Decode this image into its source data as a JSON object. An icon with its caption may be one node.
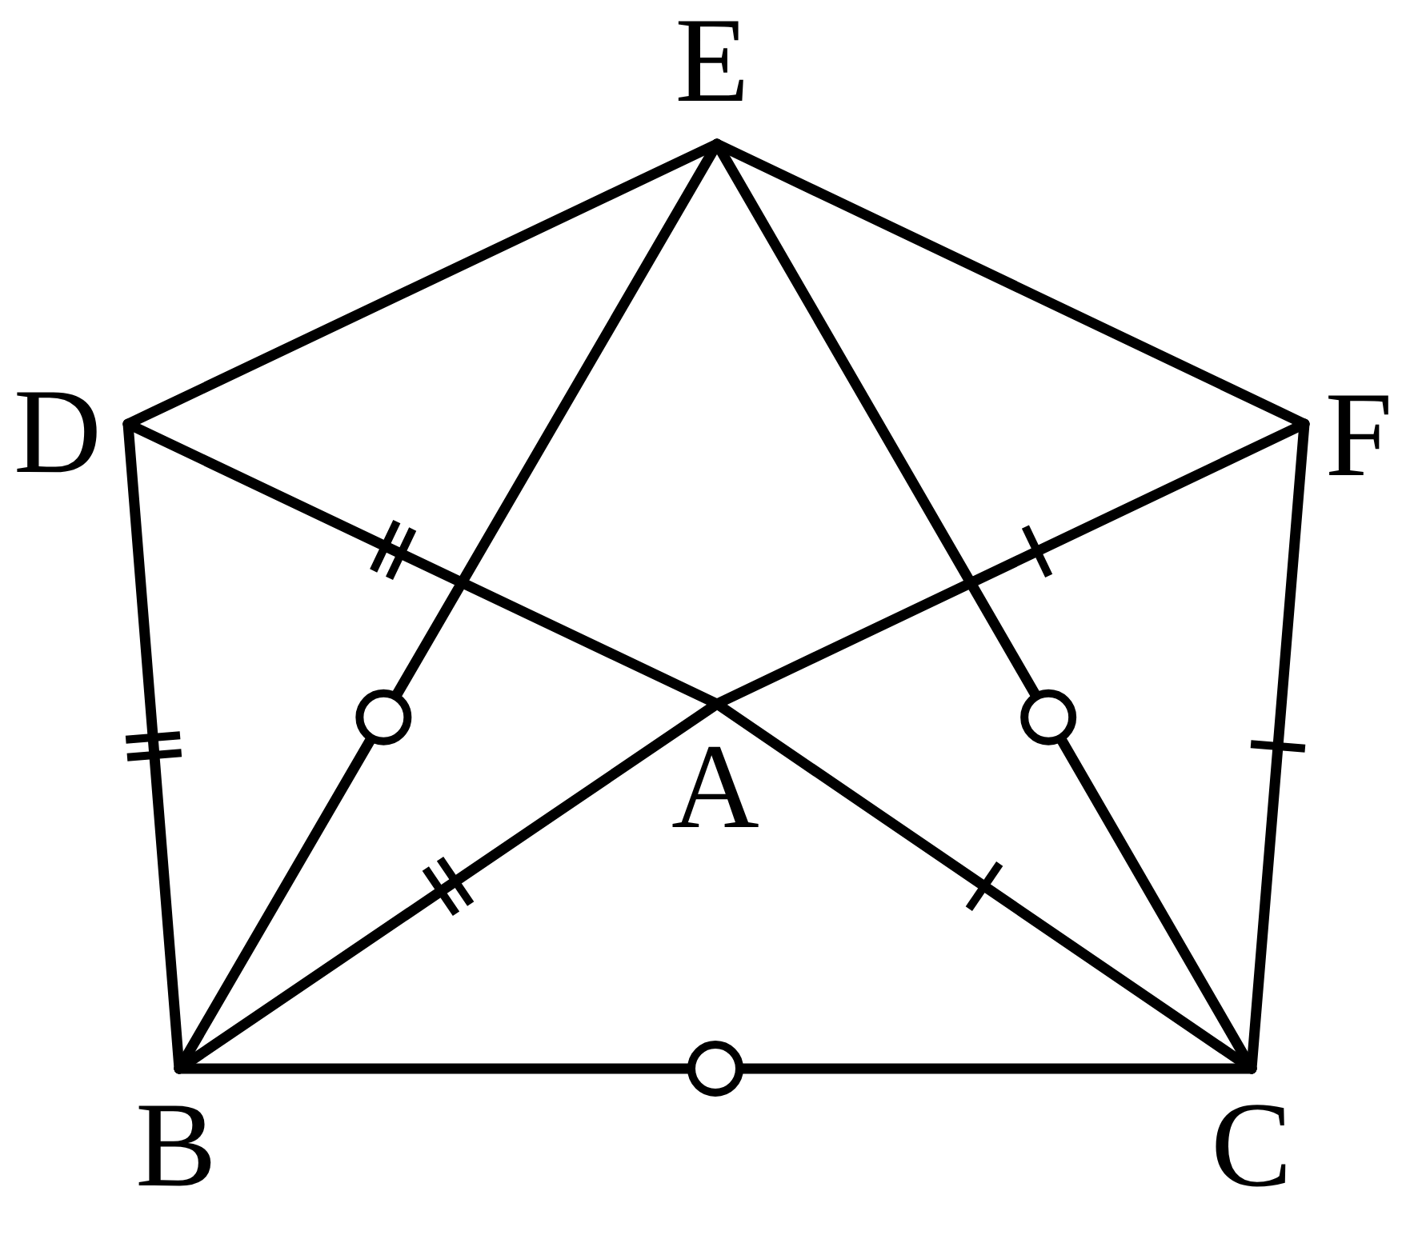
{
  "diagram": {
    "nodes": [
      {
        "text": [
          "E"
        ]
      },
      {
        "text": [
          "D"
        ]
      },
      {
        "text": [
          "F"
        ]
      },
      {
        "text": [
          "A"
        ]
      },
      {
        "text": [
          "B"
        ]
      },
      {
        "text": [
          "C"
        ]
      }
    ],
    "edges": [
      {
        "from": 1,
        "to": 0,
        "arrow": "none"
      },
      {
        "from": 0,
        "to": 2,
        "arrow": "none"
      },
      {
        "from": 1,
        "to": 4,
        "arrow": "none"
      },
      {
        "from": 2,
        "to": 5,
        "arrow": "none"
      },
      {
        "from": 4,
        "to": 5,
        "arrow": "none"
      },
      {
        "from": 4,
        "to": 0,
        "arrow": "none"
      },
      {
        "from": 0,
        "to": 5,
        "arrow": "none"
      },
      {
        "from": 1,
        "to": 3,
        "arrow": "none"
      },
      {
        "from": 3,
        "to": 5,
        "arrow": "none"
      },
      {
        "from": 4,
        "to": 3,
        "arrow": "none"
      },
      {
        "from": 3,
        "to": 2,
        "arrow": "none"
      }
    ]
  }
}
